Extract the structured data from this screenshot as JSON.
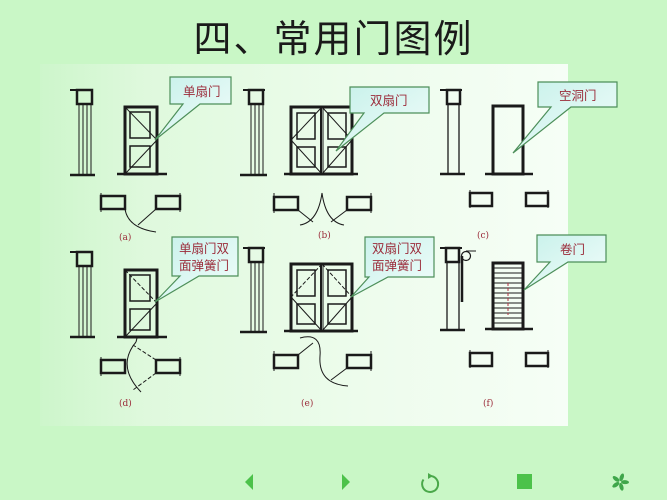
{
  "slide": {
    "title": "四、常用门图例",
    "background_color": "#c9f7c6",
    "panel_color": "#eafbe8"
  },
  "legend_items": [
    {
      "id": "a",
      "callout": [
        "单扇门"
      ],
      "figure_label": "(a)"
    },
    {
      "id": "b",
      "callout": [
        "双扇门"
      ],
      "figure_label": "(b)"
    },
    {
      "id": "c",
      "callout": [
        "空洞门"
      ],
      "figure_label": "(c)"
    },
    {
      "id": "d",
      "callout": [
        "单扇门双",
        "面弹簧门"
      ],
      "figure_label": "(d)"
    },
    {
      "id": "e",
      "callout": [
        "双扇门双",
        "面弹簧门"
      ],
      "figure_label": "(e)"
    },
    {
      "id": "f",
      "callout": [
        "卷门"
      ],
      "figure_label": "(f)"
    }
  ],
  "colors": {
    "line": "#1a1a1a",
    "callout_fill": "#d8f6f1",
    "callout_border": "#4d8f5a",
    "callout_text": "#9b2b3a",
    "nav_green": "#4cc24a"
  },
  "navigation": {
    "prev": "previous-slide",
    "next": "next-slide",
    "return": "return",
    "end": "end-show",
    "menu": "menu"
  }
}
